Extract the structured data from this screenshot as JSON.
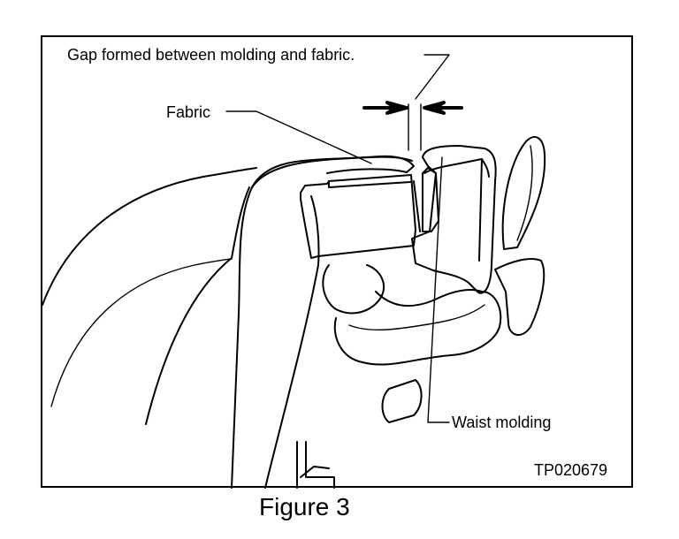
{
  "labels": {
    "gap": "Gap formed between molding and fabric.",
    "fabric": "Fabric",
    "waist_molding": "Waist molding",
    "figure_code": "TP020679"
  },
  "caption": "Figure 3"
}
